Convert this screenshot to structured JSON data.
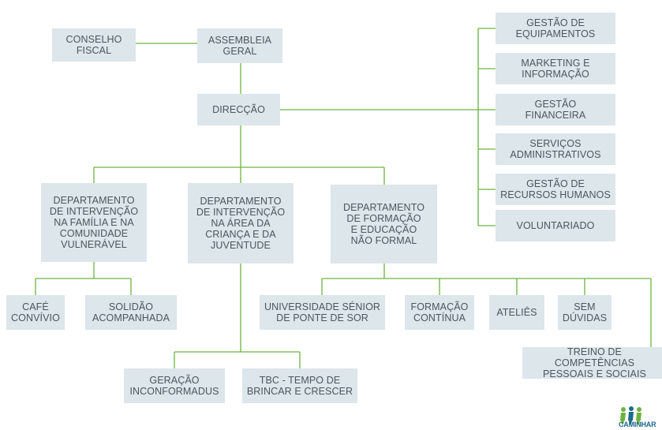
{
  "nodes": {
    "conselho_fiscal": "CONSELHO\nFISCAL",
    "assembleia_geral": "ASSEMBLEIA\nGERAL",
    "direccao": "DIRECÇÃO",
    "gestao_equipamentos": "GESTÃO DE\nEQUIPAMENTOS",
    "marketing": "MARKETING E\nINFORMAÇÃO",
    "gestao_financeira": "GESTÃO\nFINANCEIRA",
    "servicos_administrativos": "SERVIÇOS\nADMINISTRATIVOS",
    "gestao_rh": "GESTÃO DE\nRECURSOS HUMANOS",
    "voluntariado": "VOLUNTARIADO",
    "dep_familia": "DEPARTAMENTO\nDE INTERVENÇÃO\nNA FAMÍLIA E NA\nCOMUNIDADE\nVULNERÁVEL",
    "dep_crianca": "DEPARTAMENTO\nDE INTERVENÇÃO\nNA ÁREA DA\nCRIANÇA E DA\nJUVENTUDE",
    "dep_formacao": "DEPARTAMENTO\nDE FORMAÇÃO\nE EDUCAÇÃO\nNÃO FORMAL",
    "cafe_convivio": "CAFÉ\nCONVÍVIO",
    "solidao": "SOLIDÃO\nACOMPANHADA",
    "geracao": "GERAÇÃO\nINCONFORMADUS",
    "tbc": "TBC - TEMPO DE\nBRINCAR E CRESCER",
    "universidade": "UNIVERSIDADE SÉNIOR\nDE PONTE DE SOR",
    "formacao_continua": "FORMAÇÃO\nCONTÍNUA",
    "atelies": "ATELIÊS",
    "sem_duvidas": "SEM\nDÚVIDAS",
    "treino": "TREINO DE COMPETÊNCIAS\nPESSOAIS E SOCIAIS"
  },
  "logo": {
    "text": "CAMINHAR",
    "icon": "people-logo-icon"
  },
  "colors": {
    "box": "#dde6ea",
    "line": "#6db33f",
    "text": "#4b565d"
  }
}
